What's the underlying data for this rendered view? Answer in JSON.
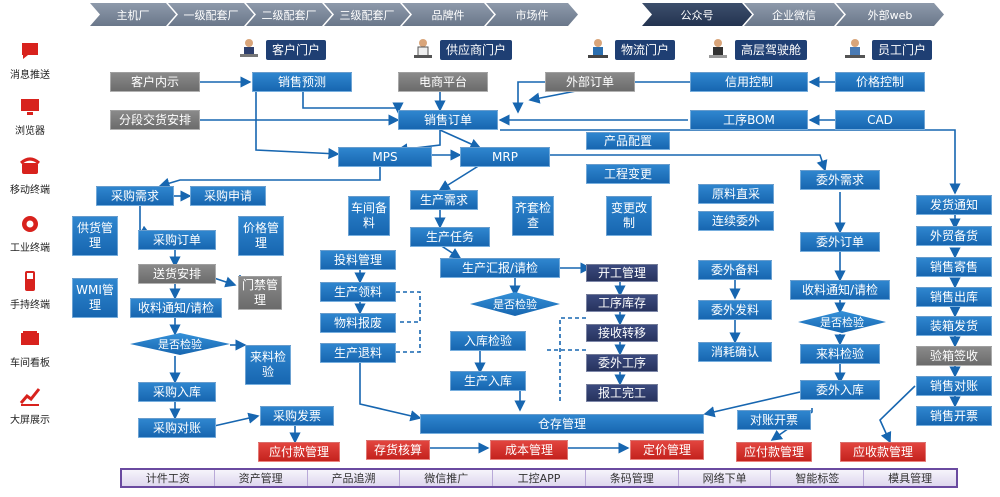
{
  "top_nav": [
    "主机厂",
    "一级配套厂",
    "二级配套厂",
    "三级配套厂",
    "品牌件",
    "市场件",
    "公众号",
    "企业微信",
    "外部web"
  ],
  "portals": [
    "客户门户",
    "供应商门户",
    "物流门户",
    "高层驾驶舱",
    "员工门户"
  ],
  "sidebar": [
    "消息推送",
    "浏览器",
    "移动终端",
    "工业终端",
    "手持终端",
    "车间看板",
    "大屏展示"
  ],
  "nodes": {
    "customer_display": "客户内示",
    "sales_forecast": "销售预测",
    "ecommerce": "电商平台",
    "external_order": "外部订单",
    "credit_control": "信用控制",
    "price_control": "价格控制",
    "staged_delivery": "分段交货安排",
    "sales_order": "销售订单",
    "process_bom": "工序BOM",
    "cad": "CAD",
    "product_config": "产品配置",
    "mps": "MPS",
    "mrp": "MRP",
    "engineering_change": "工程变更",
    "outsource_demand": "委外需求",
    "purchase_demand": "采购需求",
    "purchase_request": "采购申请",
    "production_demand": "生产需求",
    "workshop_stock": "车间备料",
    "kit_check": "齐套检查",
    "change_rework": "变更改制",
    "raw_direct": "原料直采",
    "continuous_outsource": "连续委外",
    "delivery_notice": "发货通知",
    "supply_mgmt": "供货管理",
    "purchase_order": "采购订单",
    "price_mgmt": "价格管理",
    "production_task": "生产任务",
    "outsource_order": "委外订单",
    "export_stock": "外贸备货",
    "feeding_mgmt": "投料管理",
    "prod_report": "生产汇报/请检",
    "start_mgmt": "开工管理",
    "outsource_stock": "委外备料",
    "consign_sales": "销售寄售",
    "delivery_arrange": "送货安排",
    "gate_mgmt": "门禁管理",
    "prod_picking": "生产领料",
    "inspect_q1": "是否检验",
    "process_inventory": "工序库存",
    "outsource_issue": "委外发料",
    "receive_notice": "收料通知/请检",
    "sales_outbound": "销售出库",
    "wmi_mgmt": "WMI管理",
    "purchase_receipt_notice": "收料通知/请检",
    "material_scrap": "物料报废",
    "receive_transfer": "接收转移",
    "inspect_q2": "是否检验",
    "packing_delivery": "装箱发货",
    "inspect_q3": "是否检验",
    "incoming_inspection": "来料检验",
    "inbound_inspection": "入库检验",
    "prod_return": "生产退料",
    "outsource_process": "委外工序",
    "consumption_confirm": "消耗确认",
    "incoming_inspection2": "来料检验",
    "box_sign": "验箱签收",
    "purchase_inbound": "采购入库",
    "prod_inbound": "生产入库",
    "report_complete": "报工完工",
    "outsource_inbound": "委外入库",
    "sales_reconcile": "销售对账",
    "purchase_invoice": "采购发票",
    "reconcile_invoice": "对账开票",
    "warehouse_mgmt": "仓存管理",
    "sales_invoicing": "销售开票",
    "purchase_reconcile": "采购对账",
    "payable1": "应付款管理",
    "inventory_accounting": "存货核算",
    "cost_mgmt": "成本管理",
    "pricing_mgmt": "定价管理",
    "payable2": "应付款管理",
    "receivable": "应收款管理"
  },
  "bottom_bar": [
    "计件工资",
    "资产管理",
    "产品追溯",
    "微信推广",
    "工控APP",
    "条码管理",
    "网络下单",
    "智能标签",
    "模具管理"
  ],
  "colors": {
    "blue": "#1f76c3",
    "gray": "#777777",
    "navy": "#2f3c6b",
    "red": "#d3302b",
    "line": "#1766b0",
    "bar": "#6a4aa0"
  }
}
